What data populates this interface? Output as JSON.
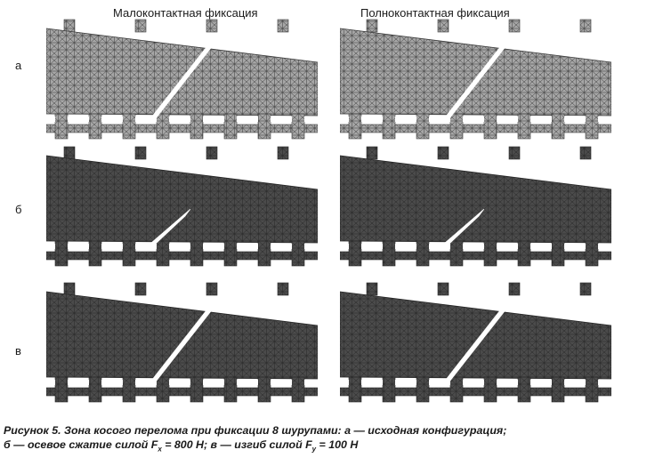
{
  "figure": {
    "columns": [
      "Малоконтактная фиксация",
      "Полноконтактная фиксация"
    ],
    "rows": [
      "а",
      "б",
      "в"
    ],
    "panel_tones": [
      "light",
      "dark",
      "dark"
    ],
    "colors": {
      "light_mesh_fill": "#a6a6a6",
      "light_mesh_line": "#3a3a3a",
      "dark_mesh_fill": "#4b4b4b",
      "dark_mesh_line": "#262626",
      "fracture_gap": "#ffffff"
    }
  },
  "caption": {
    "line1": "Рисунок 5. Зона косого перелома при фиксации 8 шурупами: а — исходная конфигурация;",
    "line2_a": "б — осевое сжатие силой F",
    "sub_x": "x",
    "line2_b": " = 800 Н; в — изгиб силой F",
    "sub_y": "y",
    "line2_c": " = 100 Н"
  }
}
